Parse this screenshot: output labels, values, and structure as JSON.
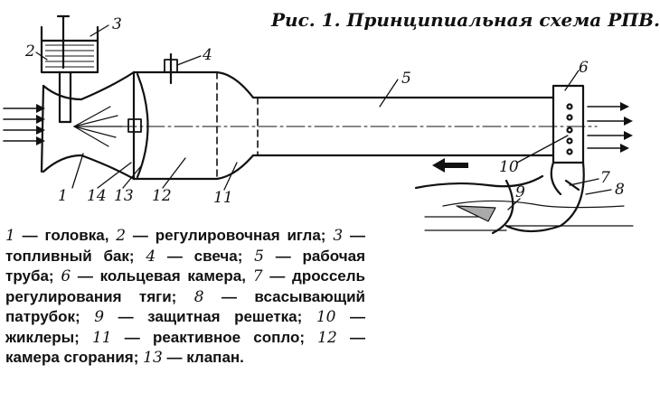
{
  "title": "Рис. 1. Принципиальная схема РПВ.",
  "callouts": {
    "c1": "1",
    "c2": "2",
    "c3": "3",
    "c4": "4",
    "c5": "5",
    "c6": "6",
    "c7": "7",
    "c8": "8",
    "c9": "9",
    "c10": "10",
    "c11": "11",
    "c12": "12",
    "c13": "13",
    "c14": "14"
  },
  "legend": [
    {
      "n": "1",
      "text": " — головка, "
    },
    {
      "n": "2",
      "text": " — регулировочная игла; "
    },
    {
      "n": "3",
      "text": " — топливный бак; "
    },
    {
      "n": "4",
      "text": " — свеча; "
    },
    {
      "n": "5",
      "text": " — рабочая труба; "
    },
    {
      "n": "6",
      "text": " — кольцевая камера, "
    },
    {
      "n": "7",
      "text": " — дроссель регулирования тяги; "
    },
    {
      "n": "8",
      "text": " — всасывающий патрубок; "
    },
    {
      "n": "9",
      "text": " — защитная решетка; "
    },
    {
      "n": "10",
      "text": " — жиклеры; "
    },
    {
      "n": "11",
      "text": " — реактивное сопло; "
    },
    {
      "n": "12",
      "text": " — камера сгорания; "
    },
    {
      "n": "13",
      "text": " — клапан."
    }
  ]
}
